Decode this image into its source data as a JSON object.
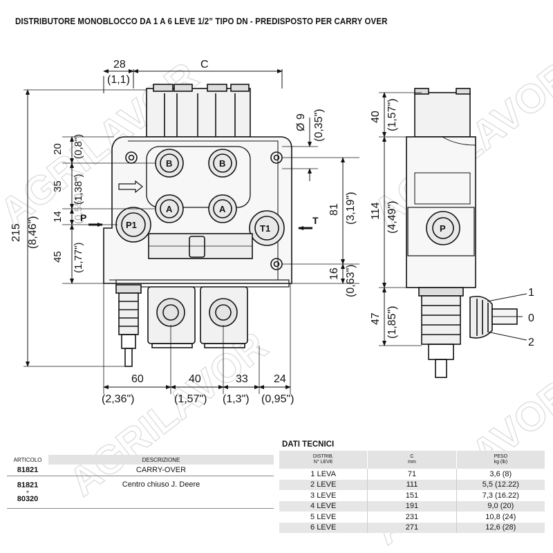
{
  "title": "DISTRIBUTORE MONOBLOCCO DA 1 A 6 LEVE 1/2” TIPO DN - PREDISPOSTO PER CARRY OVER",
  "watermark": "AGRILAVOR",
  "drawing": {
    "front": {
      "top_dims": {
        "d28": "28",
        "d28_in": "(1,1)",
        "c": "C"
      },
      "right_hole": {
        "d": "Ø 9",
        "d_in": "(0,35\")"
      },
      "left_dims": {
        "d20": "20",
        "d20_in": "(0,8\")",
        "d35": "35",
        "d35_in": "(1,38\")",
        "d14": "14",
        "d14_in": "(0,55\")",
        "d45": "45",
        "d45_in": "(1,77\")",
        "d215": "215",
        "d215_in": "(8,46\")"
      },
      "right_dims": {
        "d81": "81",
        "d81_in": "(3,19\")",
        "d16": "16",
        "d16_in": "(0,63\")"
      },
      "bottom_dims": {
        "d60": "60",
        "d60_in": "(2,36\")",
        "d40": "40",
        "d40_in": "(1,57\")",
        "d33": "33",
        "d33_in": "(1,3\")",
        "d24": "24",
        "d24_in": "(0,95\")"
      },
      "ports": {
        "b": "B",
        "a": "A",
        "p1": "P1",
        "t1": "T1",
        "p": "P",
        "t": "T"
      }
    },
    "side": {
      "dims": {
        "d40": "40",
        "d40_in": "(1,57\")",
        "d114": "114",
        "d114_in": "(4,49\")",
        "d47": "47",
        "d47_in": "(1,85\")"
      },
      "port": "P",
      "positions": {
        "p1": "1",
        "p0": "0",
        "p2": "2"
      }
    }
  },
  "articles": {
    "headers": {
      "code": "ARTICOLO",
      "desc": "DESCRIZIONE"
    },
    "rows": [
      {
        "code": "81821",
        "desc": "CARRY-OVER"
      },
      {
        "code_a": "81821",
        "plus": "+",
        "code_b": "80320",
        "desc": "Centro chiuso J. Deere"
      }
    ]
  },
  "dati": {
    "title": "DATI TECNICI",
    "headers": {
      "levers_a": "DISTRIB.",
      "levers_b": "N° LEVE",
      "c": "C",
      "c_unit": "mm",
      "weight": "PESO",
      "weight_unit": "kg (lb)"
    },
    "rows": [
      {
        "levers": "1 LEVA",
        "c": "71",
        "weight": "3,6 (8)"
      },
      {
        "levers": "2 LEVE",
        "c": "111",
        "weight": "5,5 (12.22)"
      },
      {
        "levers": "3 LEVE",
        "c": "151",
        "weight": "7,3 (16.22)"
      },
      {
        "levers": "4 LEVE",
        "c": "191",
        "weight": "9,0 (20)"
      },
      {
        "levers": "5 LEVE",
        "c": "231",
        "weight": "10,8 (24)"
      },
      {
        "levers": "6 LEVE",
        "c": "271",
        "weight": "12,6 (28)"
      }
    ]
  }
}
